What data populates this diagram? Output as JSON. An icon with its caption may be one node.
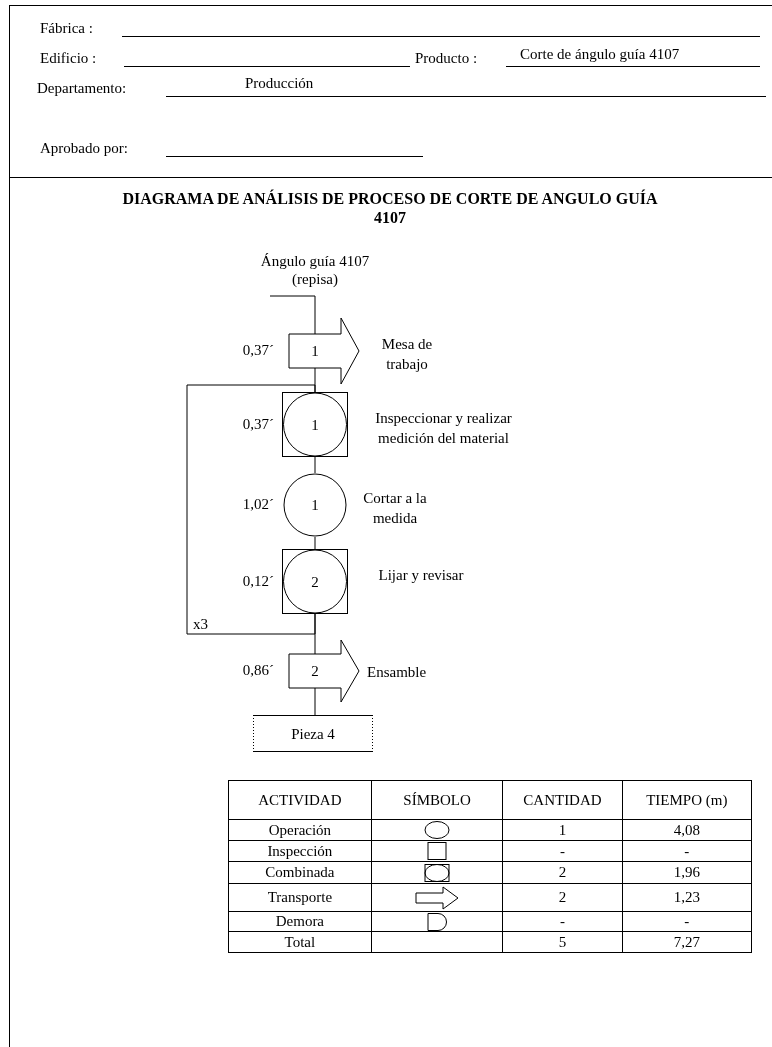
{
  "diagram": {
    "title": "DIAGRAMA DE ANÁLISIS DE PROCESO DE CORTE DE ANGULO GUÍA 4107",
    "nodes": [
      {
        "text": [
          "Ángulo guía 4107 (repisa)"
        ]
      },
      {
        "text": [
          "1"
        ],
        "beside": [
          "0,37´",
          "Mesa de trabajo"
        ]
      },
      {
        "text": [
          "1"
        ],
        "beside": [
          "0,37´",
          "Inspeccionar y realizar medición del material"
        ]
      },
      {
        "text": [
          "1"
        ],
        "beside": [
          "1,02´",
          "Cortar a la medida"
        ]
      },
      {
        "text": [
          "2"
        ],
        "beside": [
          "0,12´",
          "Lijar y revisar"
        ]
      },
      {
        "text": [
          "2"
        ],
        "beside": [
          "0,86´",
          "Ensamble"
        ]
      },
      {
        "text": [
          "Pieza 4"
        ]
      }
    ],
    "edges": [
      {
        "from": 0,
        "to": 1,
        "arrow": "none"
      },
      {
        "from": 1,
        "to": 2,
        "arrow": "none"
      },
      {
        "from": 2,
        "to": 3,
        "arrow": "none"
      },
      {
        "from": 3,
        "to": 4,
        "arrow": "none"
      },
      {
        "from": 4,
        "to": 5,
        "arrow": "none"
      },
      {
        "from": 5,
        "to": 6,
        "arrow": "none"
      },
      {
        "from": 4,
        "to": 2,
        "arrow": "none",
        "label": "x3"
      }
    ],
    "labels": [
      "Fábrica :",
      "Edificio :",
      "Producto :",
      "Corte de ángulo guía 4107",
      "Departamento:",
      "Producción",
      "Aprobado por:",
      "ACTIVIDAD",
      "SÍMBOLO",
      "CANTIDAD",
      "TIEMPO (m)",
      "Operación",
      "1",
      "4,08",
      "Inspección",
      "-",
      "-",
      "Combinada",
      "2",
      "1,96",
      "Transporte",
      "2",
      "1,23",
      "Demora",
      "-",
      "-",
      "Total",
      "5",
      "7,27"
    ]
  }
}
